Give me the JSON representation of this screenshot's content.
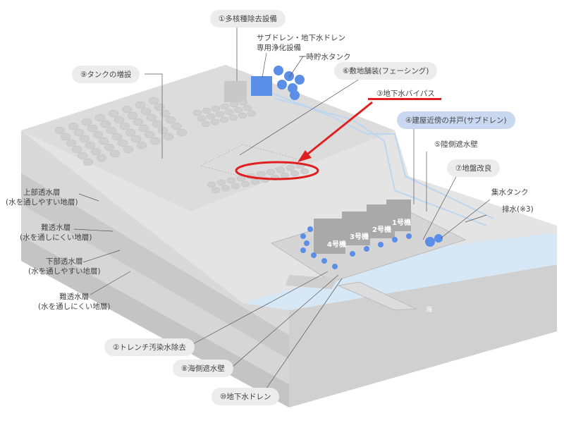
{
  "labels": {
    "alps": "①多核種除去設備",
    "purification": [
      "サブドレン・地下水ドレン",
      "専用浄化設備"
    ],
    "temp_tank": "一時貯水タンク",
    "tank_expansion": "⑨タンクの増設",
    "facing": "⑥敷地舗装(フェーシング)",
    "bypass": "③地下水バイパス",
    "subdrain": "④建屋近傍の井戸(サブドレン)",
    "land_wall": "⑤陸側遮水壁",
    "ground_improvement": "⑦地盤改良",
    "collection_tank": "集水タンク",
    "drainage": "排水(※3)",
    "trench": "②トレンチ汚染水除去",
    "sea_wall": "⑧海側遮水壁",
    "groundwater_drain": "⑩地下水ドレン",
    "sea": "海"
  },
  "layers": [
    {
      "name": "上部透水層",
      "desc": "(水を通しやすい地層)"
    },
    {
      "name": "難透水層",
      "desc": "(水を通しにくい地層)"
    },
    {
      "name": "下部透水層",
      "desc": "(水を通しやすい地層)"
    },
    {
      "name": "難透水層",
      "desc": "(水を通しにくい地層)"
    }
  ],
  "units": [
    "1号機",
    "2号機",
    "3号機",
    "4号機"
  ],
  "colors": {
    "land": "#e4e4e4",
    "sea": "#d6e7f6",
    "equipment": "#5b8ee6",
    "highlight": "#e02020",
    "pill": "#ececec",
    "pill_blue": "#c9d8f0"
  }
}
